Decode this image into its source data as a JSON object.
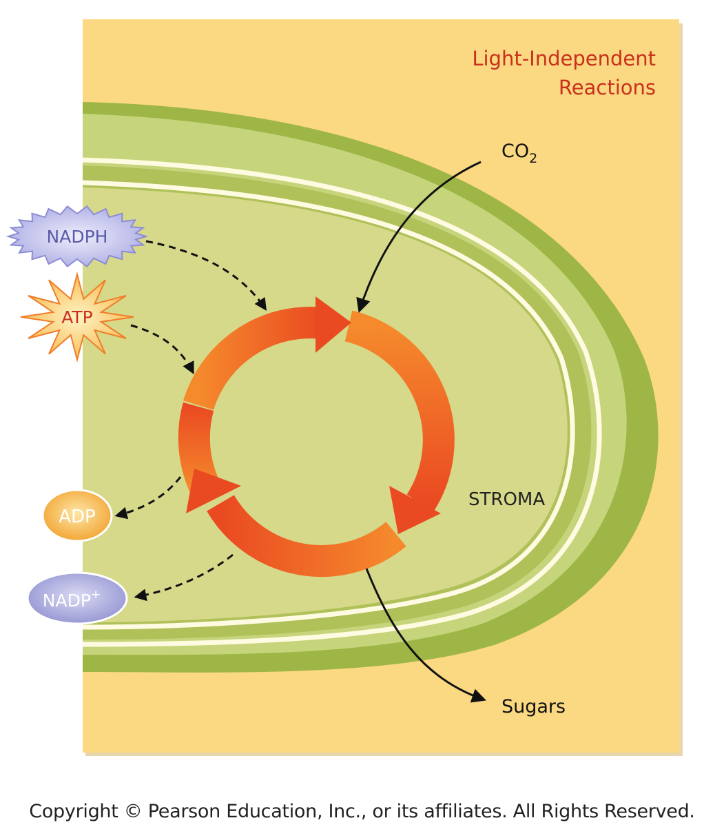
{
  "title_line1": "Light-Independent",
  "title_line2": "Reactions",
  "inputs": {
    "co2_main": "CO",
    "co2_sub": "2",
    "nadph": "NADPH",
    "atp": "ATP"
  },
  "outputs": {
    "adp": "ADP",
    "nadp_main": "NADP",
    "nadp_sup": "+",
    "sugars": "Sugars"
  },
  "region_label": "STROMA",
  "copyright": "Copyright © Pearson Education, Inc., or its affiliates.  All Rights Reserved.",
  "colors": {
    "background": "#fbd882",
    "stroma": "#d6d98a",
    "membrane": "#9cb543",
    "title": "#c8311c",
    "cycle_dark": "#ea4e22",
    "cycle_light": "#f7902a",
    "nadph_fill": "#c9c9ee",
    "atp_fill": "#fbca5e",
    "adp_fill": "#f8b33e",
    "nadp_fill": "#a8a8dc"
  }
}
